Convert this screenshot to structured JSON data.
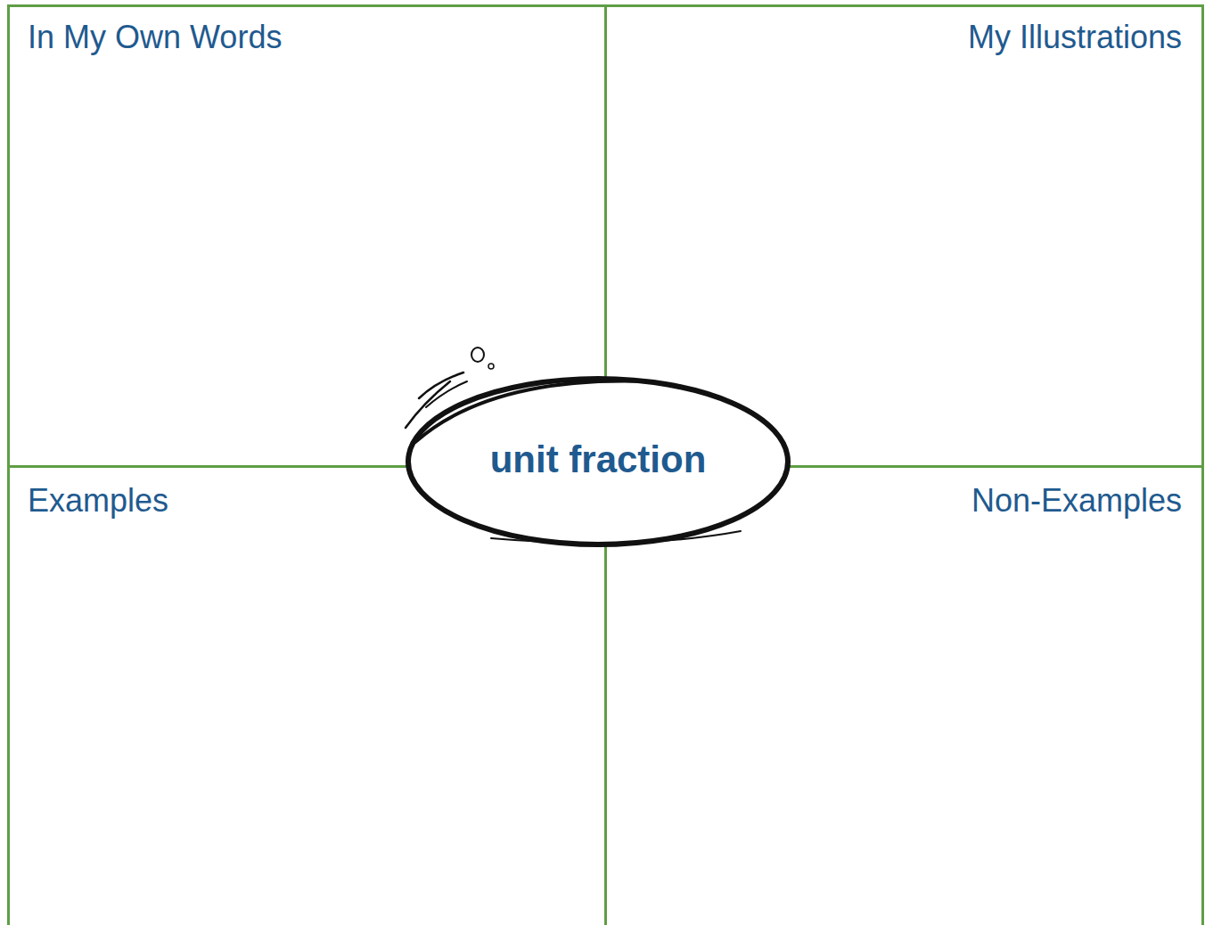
{
  "diagram": {
    "nodes": [
      {
        "text": [
          "In My Own Words"
        ]
      },
      {
        "text": [
          "My Illustrations"
        ]
      },
      {
        "text": [
          "unit fraction"
        ]
      },
      {
        "text": [
          "Examples"
        ]
      },
      {
        "text": [
          "Non-Examples"
        ]
      }
    ]
  }
}
